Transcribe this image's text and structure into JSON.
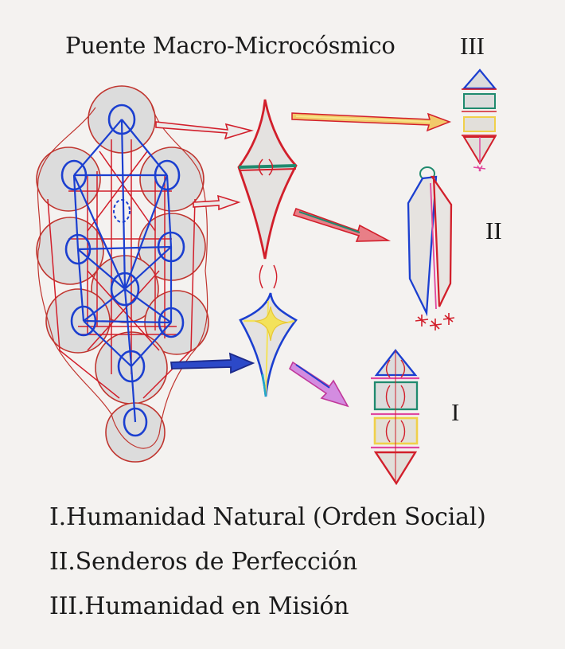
{
  "title": "Puente Macro-Microcósmico",
  "labels": {
    "level_3": "III",
    "level_2": "II",
    "level_1": "I"
  },
  "legend": [
    "I.Humanidad Natural (Orden Social)",
    "II.Senderos de Perfección",
    "III.Humanidad en Misión"
  ],
  "colors": {
    "background": "#f4f2f0",
    "red": "#d21f2b",
    "blue": "#1b3fd0",
    "navy": "#1d2a8a",
    "green": "#1f8a6e",
    "yellow": "#f3e25a",
    "pink": "#e0479f",
    "magenta": "#c0389a"
  }
}
